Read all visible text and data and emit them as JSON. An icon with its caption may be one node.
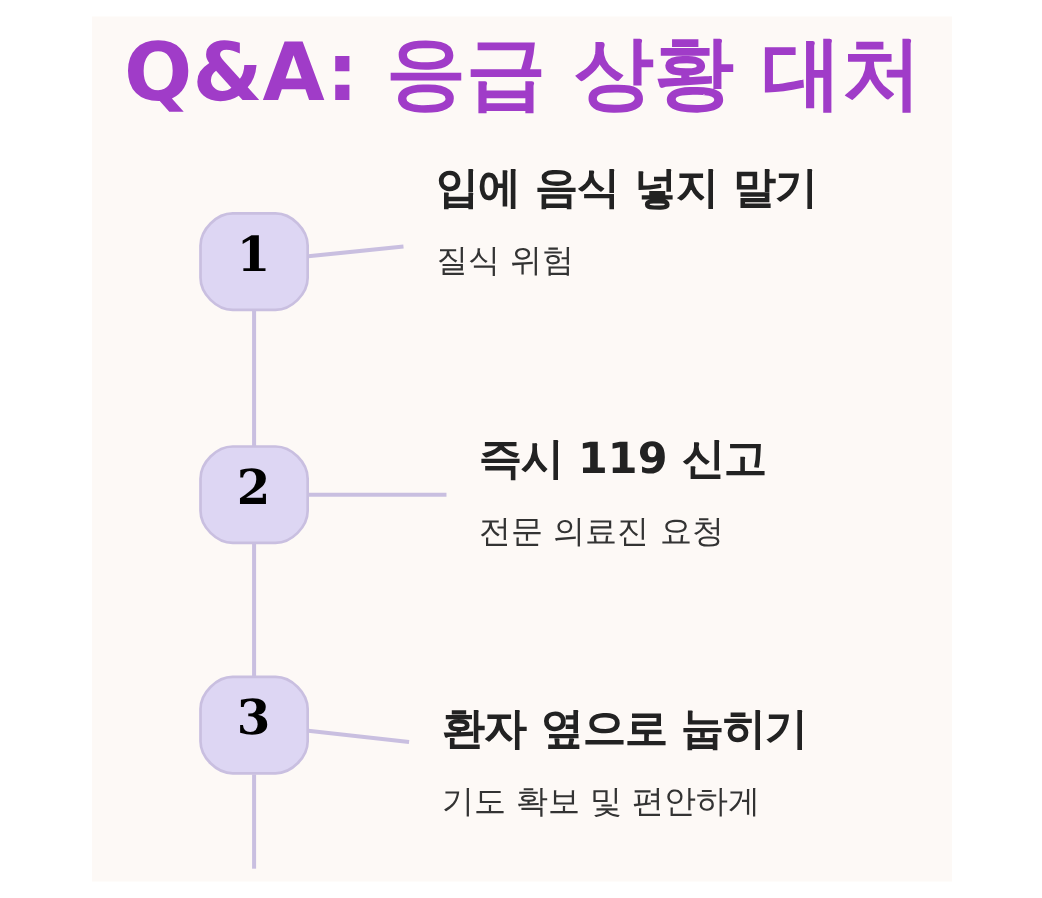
{
  "diagram": {
    "title": "Q&A: 응급 상황 대처",
    "nodes": [
      {
        "text": [
          "1"
        ]
      },
      {
        "text": [
          "입에 음식 넣지 말기",
          "질식 위험"
        ]
      },
      {
        "text": [
          "2"
        ]
      },
      {
        "text": [
          "즉시 119 신고",
          "전문 의료진 요청"
        ]
      },
      {
        "text": [
          "3"
        ]
      },
      {
        "text": [
          "환자 옆으로 눕히기",
          "기도 확보 및 편안하게"
        ]
      }
    ],
    "edges": [
      {
        "from": 0,
        "to": 1,
        "arrow": "none"
      },
      {
        "from": 0,
        "to": 2,
        "arrow": "none"
      },
      {
        "from": 2,
        "to": 3,
        "arrow": "none"
      },
      {
        "from": 2,
        "to": 4,
        "arrow": "none"
      },
      {
        "from": 4,
        "to": 5,
        "arrow": "none"
      },
      {
        "from": 4,
        "to": null,
        "arrow": "none"
      }
    ]
  }
}
